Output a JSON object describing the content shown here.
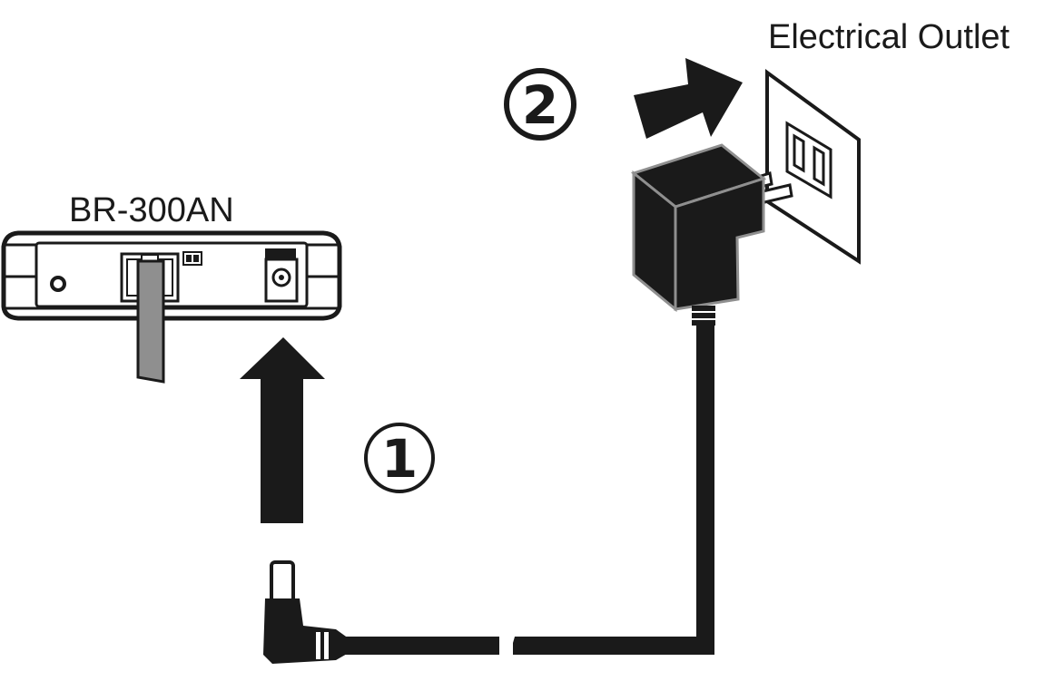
{
  "labels": {
    "device_name": "BR-300AN",
    "outlet_name": "Electrical Outlet"
  },
  "steps": [
    {
      "number": "1"
    },
    {
      "number": "2"
    }
  ],
  "colors": {
    "ink": "#1a1a1a",
    "cable_gray": "#8f8f8f",
    "background": "#ffffff"
  }
}
